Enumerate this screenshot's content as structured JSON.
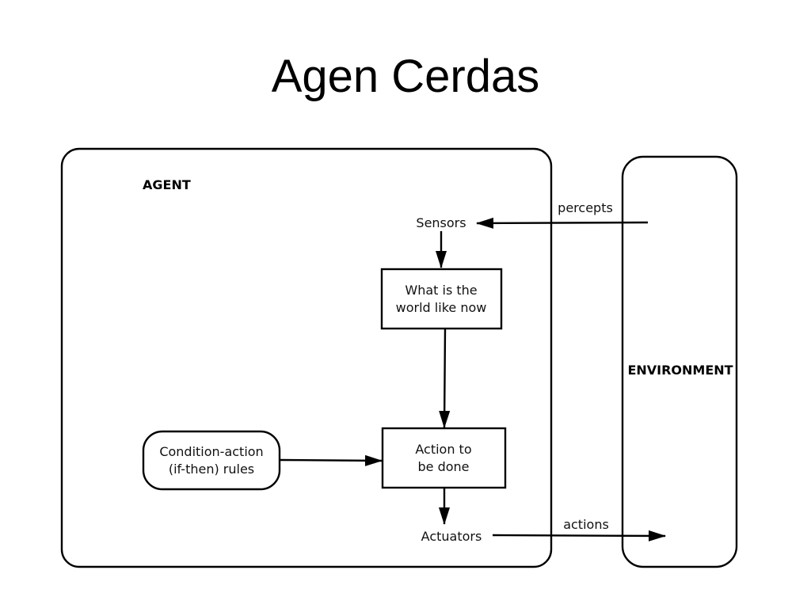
{
  "title": "Agen Cerdas",
  "diagram": {
    "agent_label": "AGENT",
    "environment_label": "ENVIRONMENT",
    "sensors": "Sensors",
    "actuators": "Actuators",
    "percepts": "percepts",
    "actions": "actions",
    "world_state": {
      "line1": "What is the",
      "line2": "world like now"
    },
    "action_box": {
      "line1": "Action to",
      "line2": "be done"
    },
    "rules": {
      "line1": "Condition-action",
      "line2": "(if-then) rules"
    }
  }
}
